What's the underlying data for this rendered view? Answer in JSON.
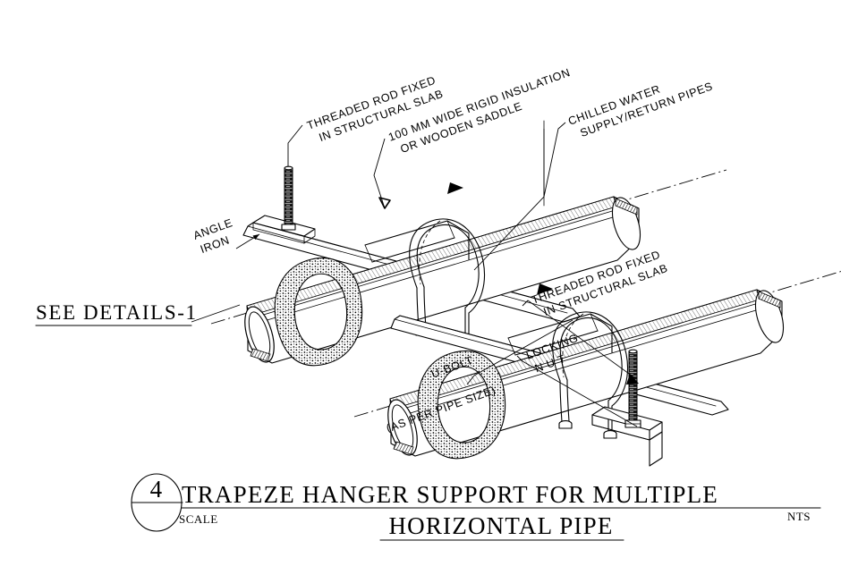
{
  "drawing": {
    "type": "technical-isometric-detail",
    "detail_number": "4",
    "scale_label": "SCALE",
    "scale_value": "NTS",
    "title_line1": "TRAPEZE  HANGER  SUPPORT  FOR  MULTIPLE",
    "title_line2": "HORIZONTAL  PIPE",
    "reference_note": "SEE  DETAILS-1"
  },
  "annotations": {
    "threaded_rod_left": {
      "line1": "THREADED  ROD  FIXED",
      "line2": "IN  STRUCTURAL  SLAB"
    },
    "saddle": {
      "line1": "100 MM  WIDE  RIGID  INSULATION",
      "line2": "OR  WOODEN  SADDLE"
    },
    "pipes": {
      "line1": "CHILLED  WATER",
      "line2": "SUPPLY/RETURN  PIPES"
    },
    "angle_iron": {
      "line1": "ANGLE",
      "line2": "IRON"
    },
    "threaded_rod_right": {
      "line1": "THREADED  ROD  FIXED",
      "line2": "IN  STRUCTURAL  SLAB"
    },
    "locking_nut": {
      "line1": "LOCKING",
      "line2": "N  U  T"
    },
    "u_bolt": {
      "line1": "U-BOLT",
      "line2": "(AS PER PIPE SIZE)"
    }
  },
  "colors": {
    "ink": "#000000",
    "paper": "#ffffff",
    "rod_fill": "#111111"
  }
}
